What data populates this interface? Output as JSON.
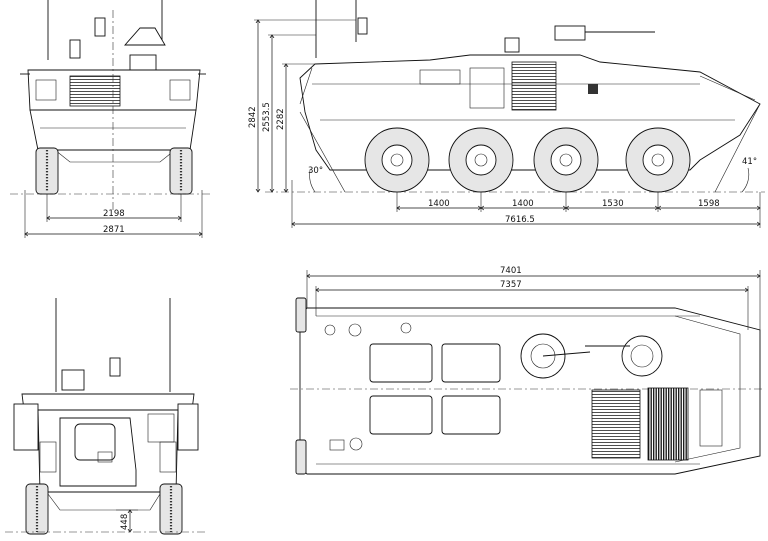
{
  "front_view": {
    "track_width": "2198",
    "overall_width": "2871"
  },
  "side_view": {
    "height_total": "2842",
    "height_hull": "2553.5",
    "height_roof": "2282",
    "approach_angle": "30°",
    "departure_angle": "41°",
    "axle_spacing_1": "1400",
    "axle_spacing_2": "1400",
    "axle_spacing_3": "1530",
    "rear_overhang": "1598",
    "overall_length": "7616.5"
  },
  "rear_view": {
    "ground_clearance": "448"
  },
  "top_view": {
    "length_outer": "7401",
    "length_inner": "7357"
  }
}
